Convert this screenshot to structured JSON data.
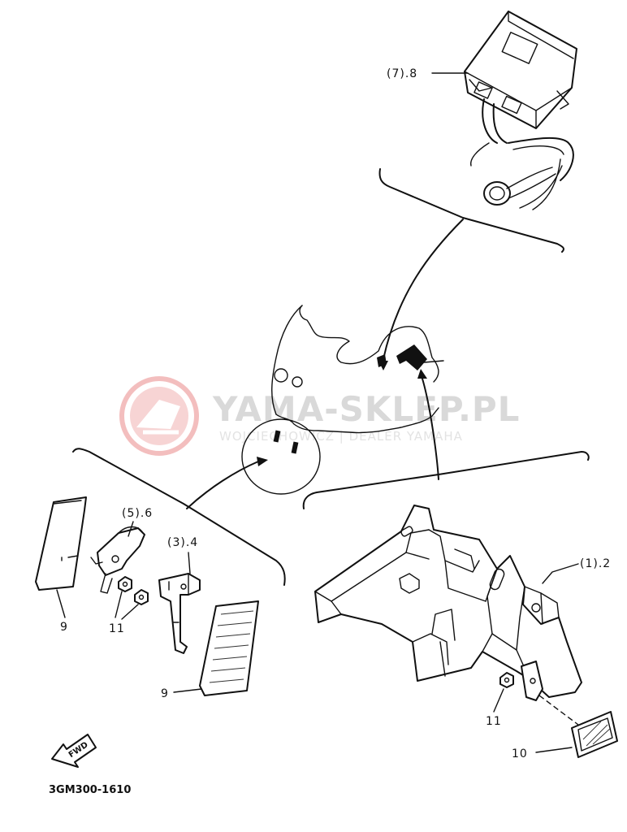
{
  "watermark": {
    "brand": "YAMA-SKLEP.PL",
    "tagline": "WOJCIECHOWICZ | DEALER YAMAHA"
  },
  "callouts": {
    "part_7_8": "(7).8",
    "part_5_6": "(5).6",
    "part_3_4": "(3).4",
    "part_1_2": "(1).2",
    "part_9_top": "9",
    "part_9_bottom": "9",
    "part_11_left": "11",
    "part_11_right": "11",
    "part_10": "10"
  },
  "direction_arrow": "FWD",
  "drawing_code": "3GM300-1610",
  "colors": {
    "line": "#111111",
    "watermark_logo": "#f2b8b8",
    "watermark_text": "#d9d9d9"
  }
}
